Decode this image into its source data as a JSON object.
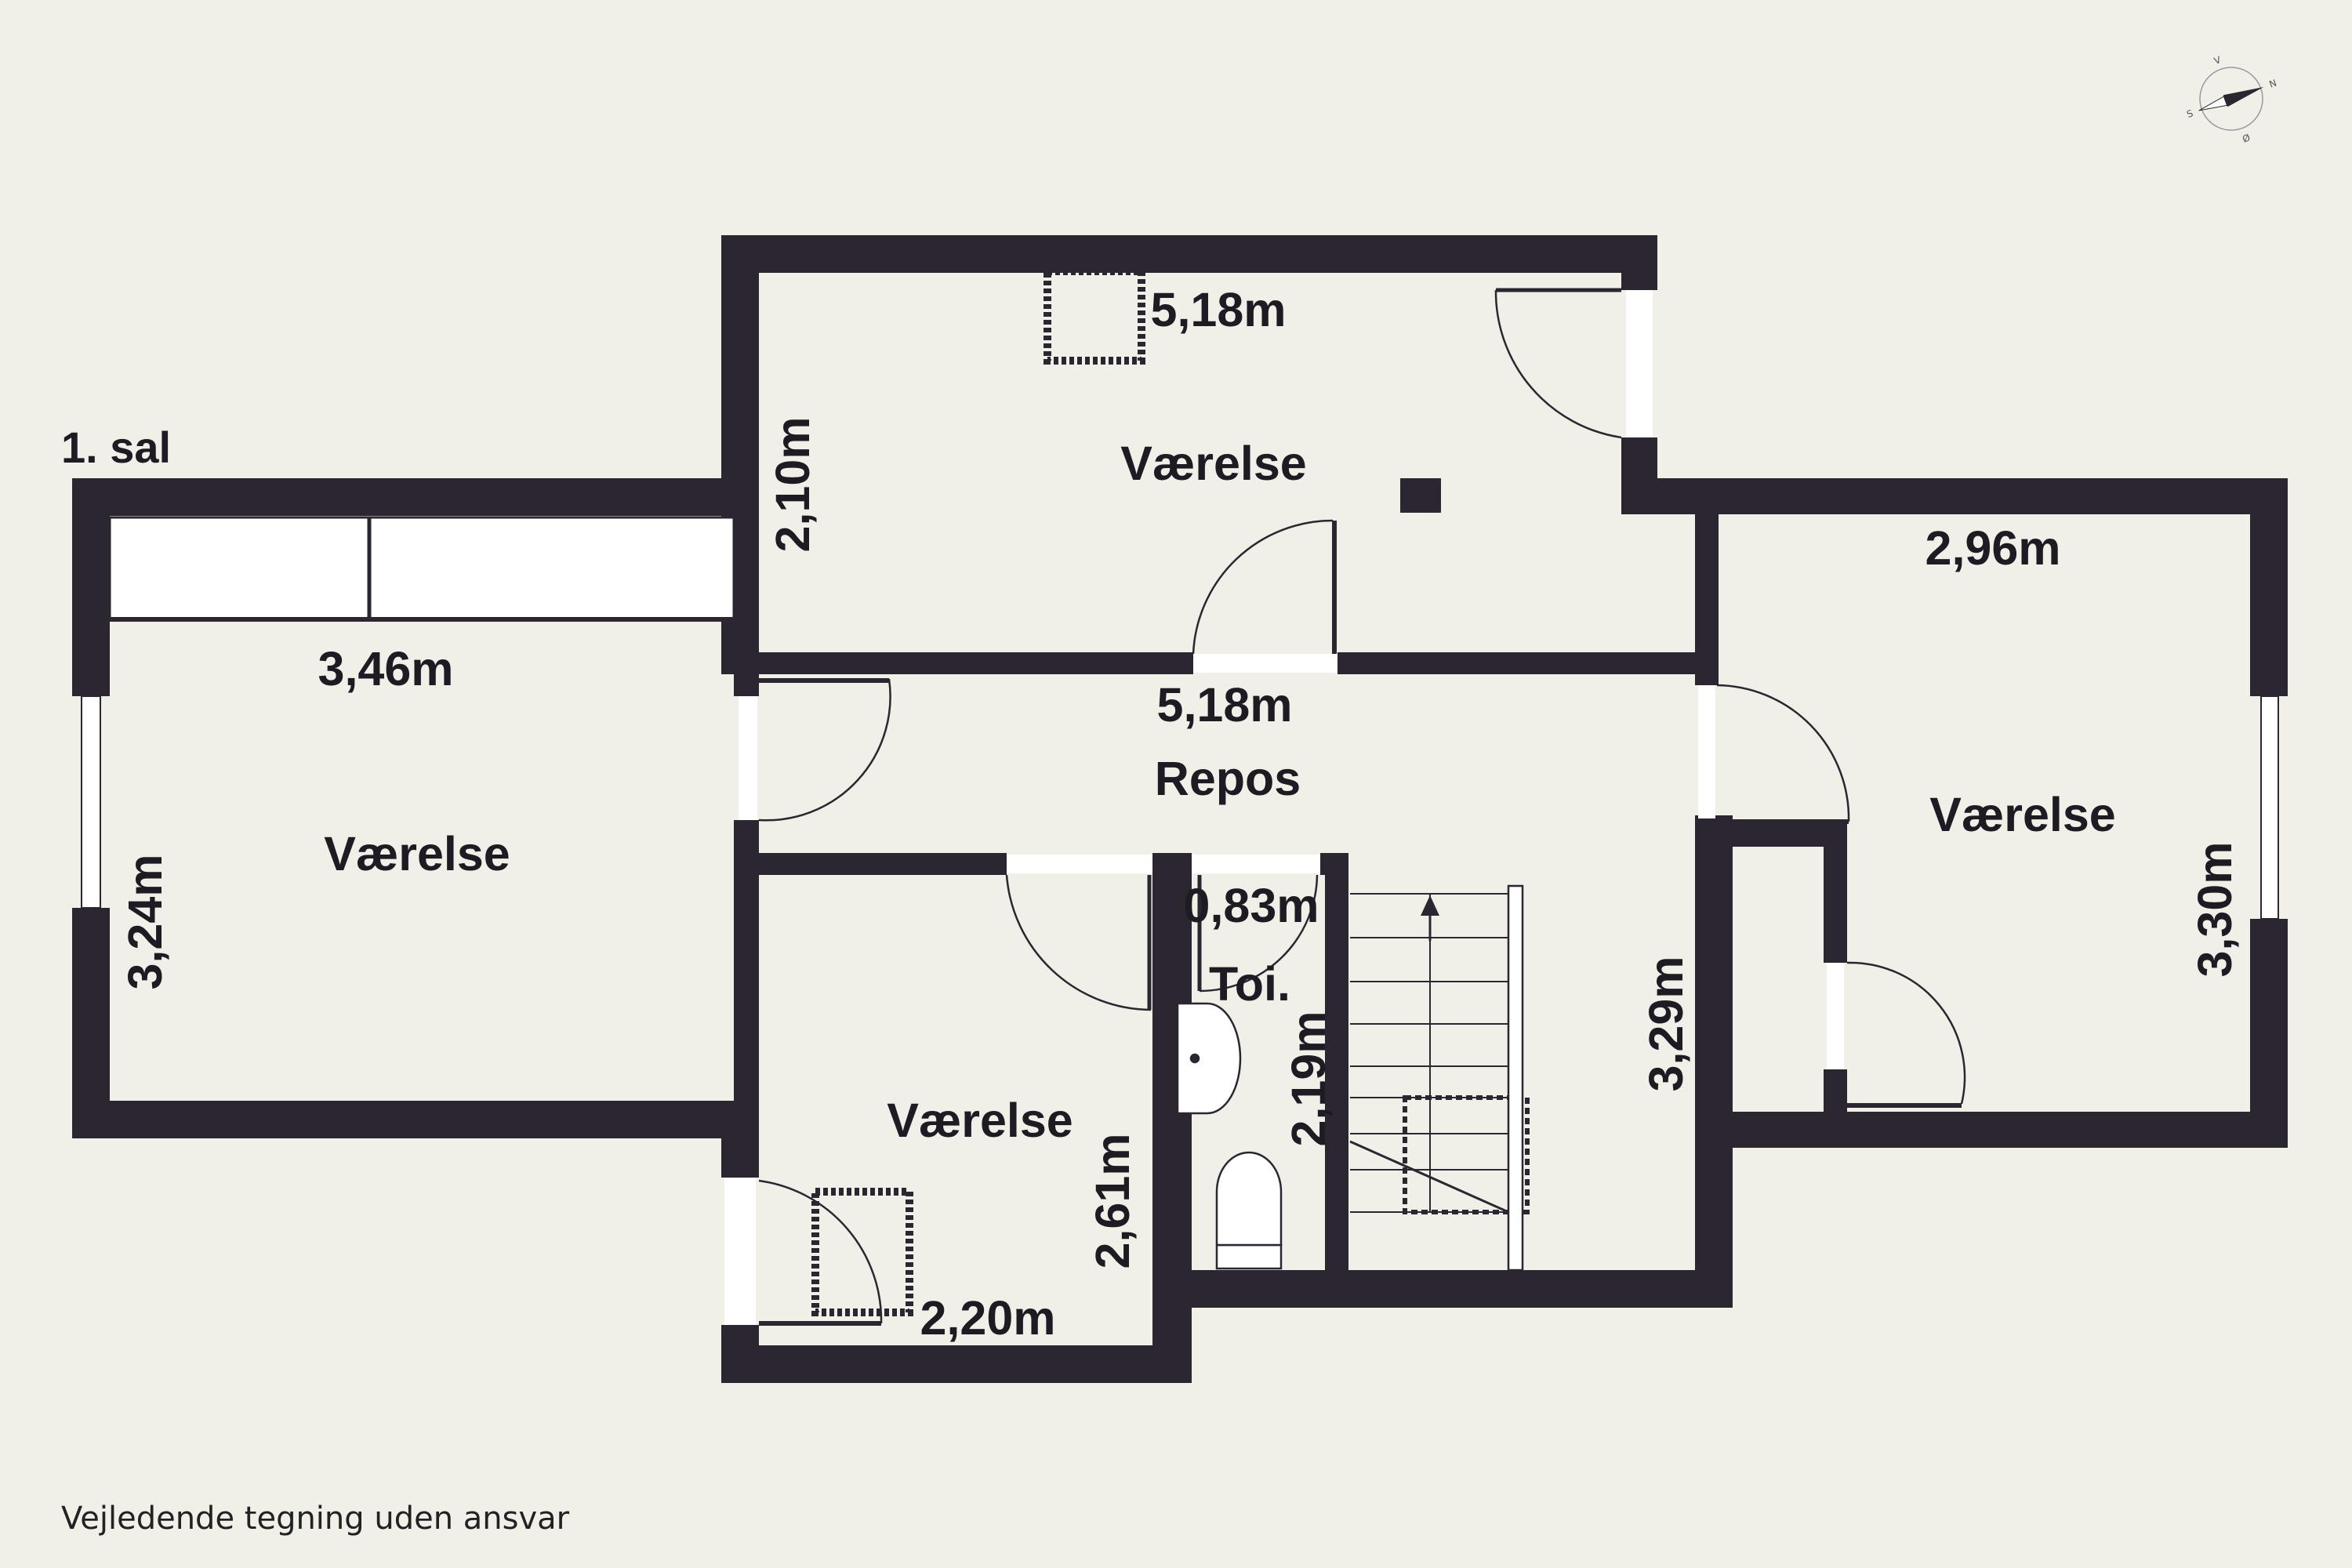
{
  "floor_label": "1. sal",
  "rooms": [
    {
      "id": "top",
      "name": "Værelse",
      "dim_w": "5,18m",
      "dim_h": "2,10m"
    },
    {
      "id": "left",
      "name": "Værelse",
      "dim_w": "3,46m",
      "dim_h": "3,24m"
    },
    {
      "id": "right",
      "name": "Værelse",
      "dim_w": "2,96m",
      "dim_h": "3,30m"
    },
    {
      "id": "bottom",
      "name": "Værelse",
      "dim_w": "2,20m",
      "dim_h": "2,61m"
    },
    {
      "id": "hall",
      "name": "Repos",
      "dim_w": "5,18m",
      "dim_h": "3,29m"
    },
    {
      "id": "toilet",
      "name": "Toi.",
      "dim_w": "0,83m",
      "dim_h": "2,19m"
    }
  ],
  "compass": {
    "north": "N",
    "south": "S",
    "east": "Ø",
    "west": "V"
  },
  "disclaimer": "Vejledende tegning uden ansvar",
  "colors": {
    "background": "#f0efe8",
    "wall": "#2b2630",
    "text": "#1e1b22"
  }
}
